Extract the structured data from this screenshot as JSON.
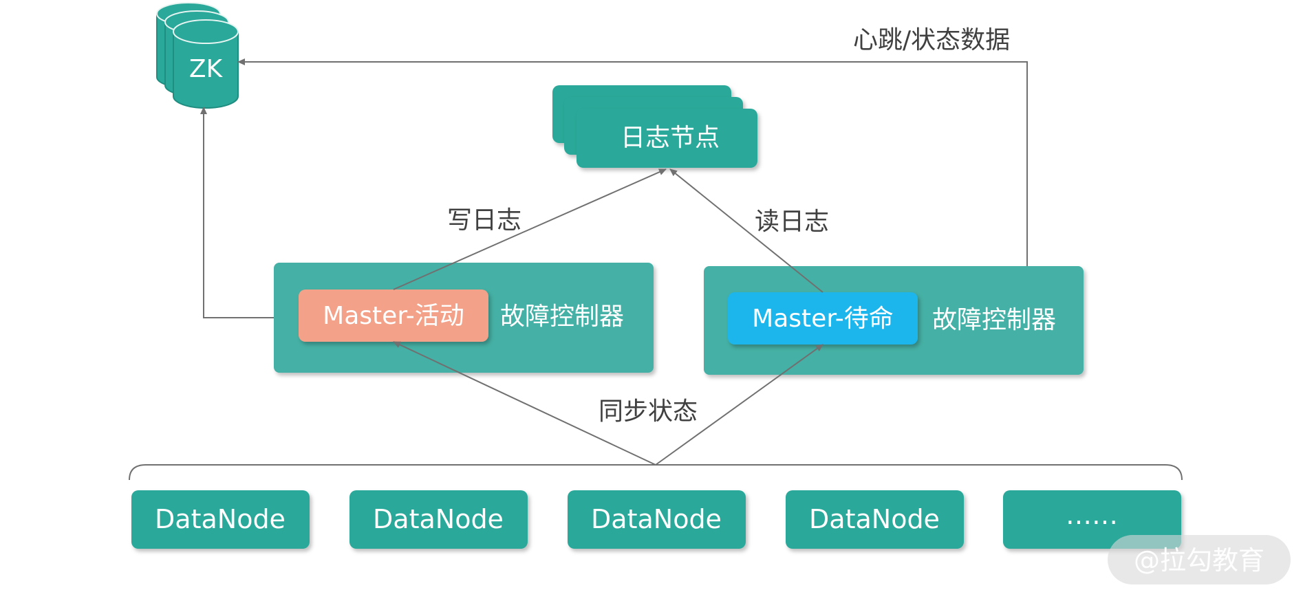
{
  "colors": {
    "teal": "#2aa899",
    "teal_panel": "#45b0a5",
    "salmon": "#f3a188",
    "cyan": "#1cb5ec",
    "arrow": "#707070",
    "label": "#404040",
    "watermark": "#d9d9d9"
  },
  "zk": {
    "label": "ZK"
  },
  "log_node": {
    "label": "日志节点"
  },
  "edges": {
    "heartbeat": "心跳/状态数据",
    "write_log": "写日志",
    "read_log": "读日志",
    "sync_state": "同步状态"
  },
  "left_group": {
    "master_label": "Master-活动",
    "controller_label": "故障控制器"
  },
  "right_group": {
    "master_label": "Master-待命",
    "controller_label": "故障控制器"
  },
  "datanodes": [
    "DataNode",
    "DataNode",
    "DataNode",
    "DataNode",
    "……"
  ],
  "watermark": {
    "text": "@拉勾教育"
  }
}
